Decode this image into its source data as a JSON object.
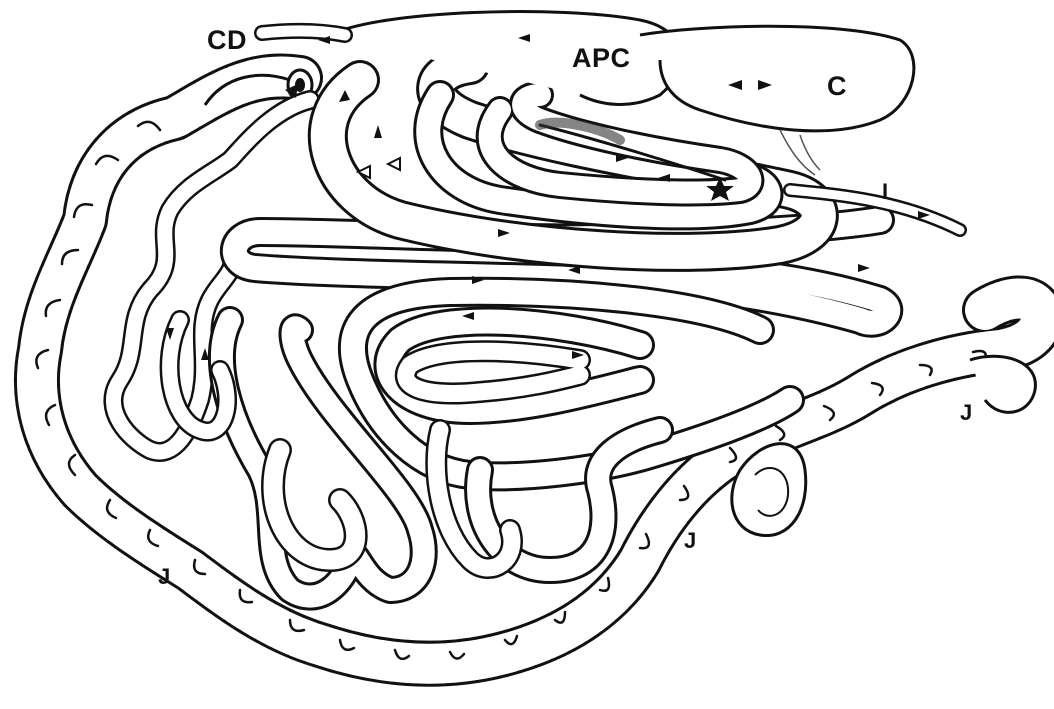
{
  "labels": {
    "cd": "CD",
    "apc": "APC",
    "c": "C",
    "i": "I",
    "j": "J"
  },
  "colors": {
    "ink": "#111111",
    "paper": "#ffffff",
    "shade": "#555555"
  },
  "icons": {
    "flow_arrow": "filled-triangle",
    "open_arrow": "open-triangle",
    "marker": "star"
  }
}
